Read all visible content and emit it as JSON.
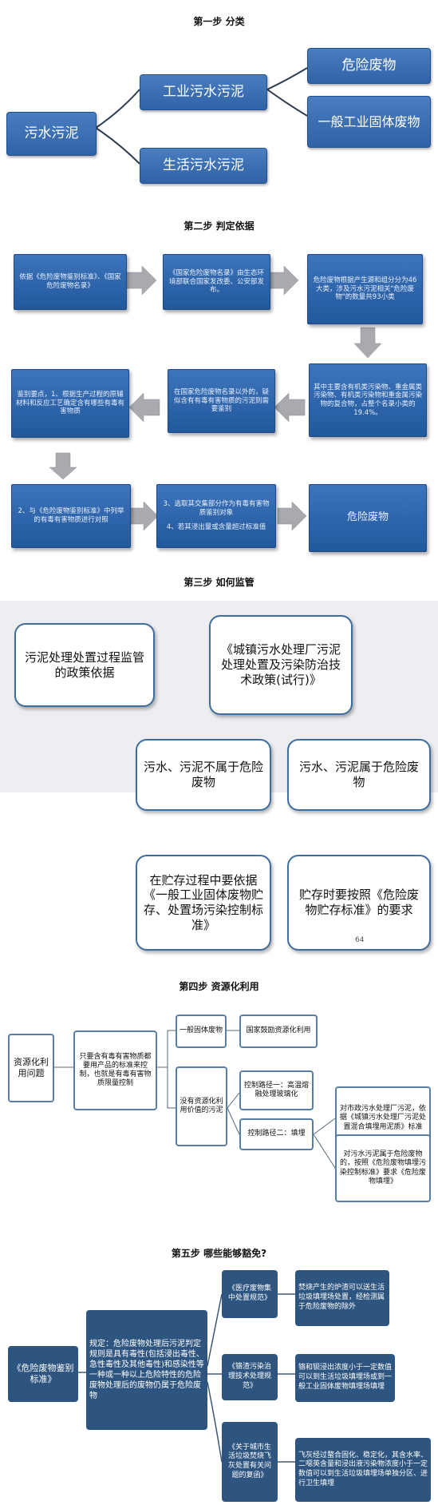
{
  "step1": {
    "heading": "第一步 分类",
    "root": "污水污泥",
    "industrial": "工业污水污泥",
    "domestic": "生活污水污泥",
    "hazardous": "危险废物",
    "general_solid": "一般工业固体废物"
  },
  "step2": {
    "heading": "第二步 判定依据",
    "b1": "依据《危险废物鉴别标准》、《国家危险废物名录》",
    "b2": "《国家危险废物名录》由生态环境部联合国家发改委、公安部发布。",
    "b3": "危险废物根据产生源和组分分为46大类，涉及污水污泥相关\"危险废物\"的数量共93小类",
    "b4": "其中主要含有机类污染物、重金属类污染物、有机类污染物和重金属污染物的复合物，占整个名录小类的19.4%。",
    "b5": "在国家危险废物名录以外的，疑似含有有毒有害物质的污泥则需要鉴别",
    "b6": "鉴别要点，1、根据生产过程的原辅材料和反应工艺确定含有哪些有毒有害物质",
    "b7": "2、与《危险废物鉴别标准》中列举的有毒有害物质进行对照",
    "b8a": "3、选取其交集部分作为有毒有害物质鉴别对象",
    "b8b": "4、若其浸出量或含量超过标准值",
    "b9": "危险废物"
  },
  "step3": {
    "heading": "第三步 如何监管",
    "policy_basis": "污泥处理处置过程监管的政策依据",
    "policy": "《城镇污水处理厂污泥处理处置及污染防治技术政策(试行)》",
    "not_hazardous": "污水、污泥不属于危险废物",
    "is_hazardous": "污水、污泥属于危险废物",
    "storage_general": "在贮存过程中要依据《一般工业固体废物贮存、处置场污染控制标准》",
    "storage_hazardous": "贮存时要按照《危险废物贮存标准》的要求"
  },
  "step4": {
    "heading": "第四步 资源化利用",
    "root": "资源化利用问题",
    "toxic_rule": "只要含有毒有害物质都要用产品的标准来控制，也就是有毒有害物质限量控制",
    "general_solid": "一般固体废物",
    "encourage": "国家鼓励资源化利用",
    "no_value": "没有资源化利用价值的污泥",
    "route1": "控制路径一：高温熔融处理玻璃化",
    "route2": "控制路径二：填埋",
    "landfill_municipal": "对市政污水处理厂污泥，依据《城镇污水处理厂污泥处置混合填埋用泥质》标准",
    "landfill_hazardous": "对污水污泥属于危险废物的，按照《危险废物填埋污染控制标准》要求《危险废物填埋》"
  },
  "step5": {
    "heading": "第五步 哪些能够豁免?",
    "root": "《危险废物鉴别标准》",
    "rule": "规定：危险废物处理后污泥判定规则是具有毒性(包括浸出毒性、急性毒性及其他毒性)和感染性等一种或一种以上危险特性的危险废物处理后的废物仍属于危险废物",
    "medical": "《医疗废物集中处置规范》",
    "medical_note": "焚烧产生的炉渣可以送生活垃圾填埋场处置，经检测属于危险废物的除外",
    "chromium": "《铬渣污染治理技术处理规范》",
    "chromium_note": "铬和钡浸出浓度小于一定数值可以到生活垃圾填埋场或到一般工业固体废物填埋场填埋",
    "msw": "《关于城市生活垃圾焚烧飞灰处置有关问题的复函》",
    "msw_note": "飞灰经过螯合固化、稳定化，其含水率、二噁英含量和浸出液污染物浓度小于一定数值可以到生活垃圾填埋场单独分区、进行卫生填埋"
  },
  "watermark": "64"
}
